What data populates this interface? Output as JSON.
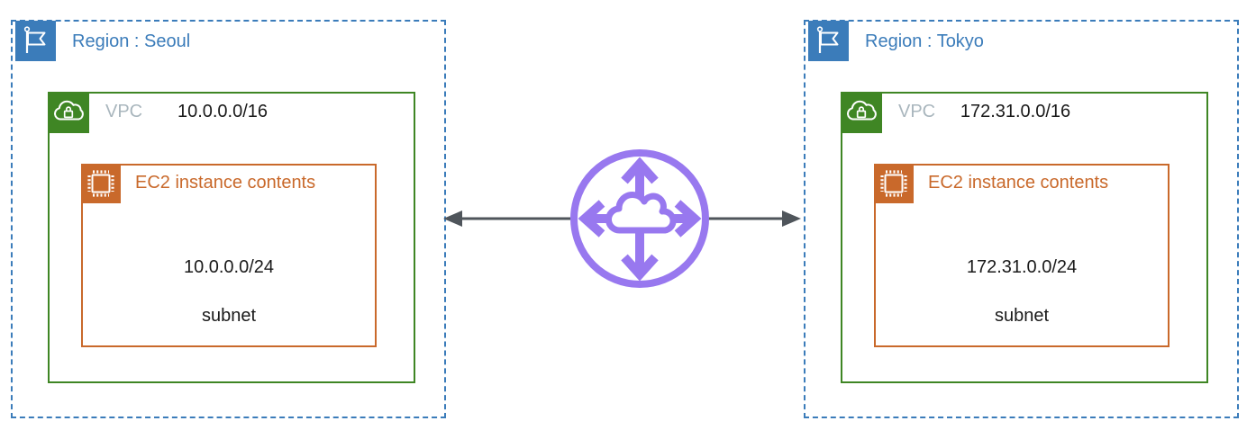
{
  "regions": [
    {
      "label": "Region : Seoul",
      "vpc": {
        "label": "VPC",
        "cidr": "10.0.0.0/16"
      },
      "ec2": {
        "label": "EC2 instance contents",
        "cidr": "10.0.0.0/24",
        "subnet_label": "subnet"
      }
    },
    {
      "label": "Region : Tokyo",
      "vpc": {
        "label": "VPC",
        "cidr": "172.31.0.0/16"
      },
      "ec2": {
        "label": "EC2 instance contents",
        "cidr": "172.31.0.0/24",
        "subnet_label": "subnet"
      }
    }
  ],
  "gateway": {
    "icon": "transit-gateway-icon"
  },
  "icons": [
    "region-flag-icon",
    "vpc-cloud-lock-icon",
    "ec2-chip-icon",
    "transit-gateway-icon",
    "arrow-left-icon",
    "arrow-right-icon"
  ],
  "colors": {
    "region_blue": "#3b7cba",
    "vpc_green": "#3f8624",
    "ec2_orange": "#c9692b",
    "gateway_purple": "#9878ef",
    "arrow_gray": "#4f555b",
    "vpc_label_gray": "#a9b6bd",
    "text_black": "#1a1a1a"
  }
}
